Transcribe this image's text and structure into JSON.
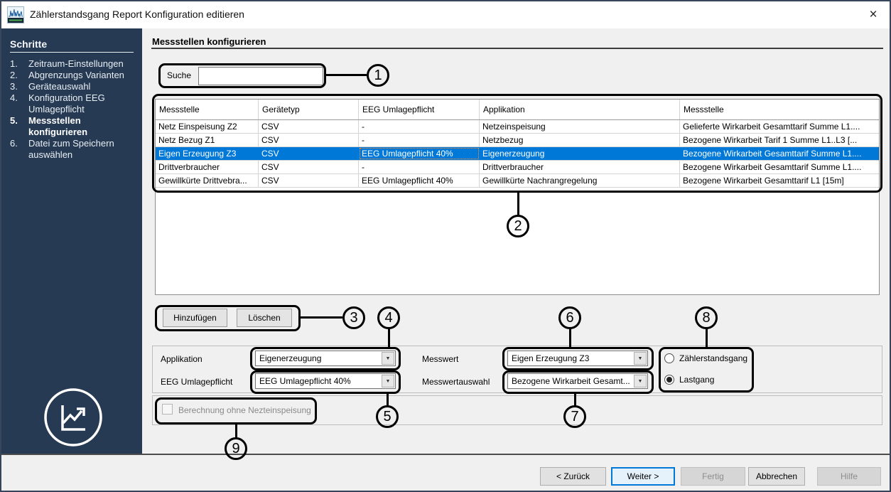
{
  "window": {
    "title": "Zählerstandsgang Report Konfiguration editieren"
  },
  "icons": {
    "close": "×",
    "dropdown_arrow": "▼"
  },
  "sidebar": {
    "heading": "Schritte",
    "steps": [
      {
        "num": "1.",
        "label": "Zeitraum-Einstellungen",
        "active": false
      },
      {
        "num": "2.",
        "label": "Abgrenzungs Varianten",
        "active": false
      },
      {
        "num": "3.",
        "label": "Geräteauswahl",
        "active": false
      },
      {
        "num": "4.",
        "label": "Konfiguration EEG Umlagepflicht",
        "active": false
      },
      {
        "num": "5.",
        "label": "Messstellen konfigurieren",
        "active": true
      },
      {
        "num": "6.",
        "label": "Datei zum Speichern auswählen",
        "active": false
      }
    ]
  },
  "main": {
    "heading": "Messstellen konfigurieren",
    "search": {
      "label": "Suche",
      "value": ""
    },
    "table": {
      "columns": [
        "Messstelle",
        "Gerätetyp",
        "EEG Umlagepflicht",
        "Applikation",
        "Messstelle"
      ],
      "rows": [
        [
          "Netz Einspeisung Z2",
          "CSV",
          "-",
          "Netzeinspeisung",
          "Gelieferte Wirkarbeit Gesamttarif Summe L1...."
        ],
        [
          "Netz Bezug Z1",
          "CSV",
          "-",
          "Netzbezug",
          "Bezogene Wirkarbeit Tarif 1 Summe L1..L3 [..."
        ],
        [
          "Eigen Erzeugung Z3",
          "CSV",
          "EEG Umlagepflicht 40%",
          "Eigenerzeugung",
          "Bezogene Wirkarbeit Gesamttarif Summe L1...."
        ],
        [
          "Drittverbraucher",
          "CSV",
          "-",
          "Drittverbraucher",
          "Bezogene Wirkarbeit Gesamttarif Summe L1...."
        ],
        [
          "Gewillkürte Drittvebra...",
          "CSV",
          "EEG Umlagepflicht 40%",
          "Gewillkürte Nachrangregelung",
          "Bezogene Wirkarbeit Gesamttarif L1 [15m]"
        ]
      ],
      "selected_row_index": 2,
      "focused_cell": {
        "row": 2,
        "col": 2
      }
    },
    "mid_buttons": {
      "add": "Hinzufügen",
      "delete": "Löschen"
    },
    "form": {
      "applikation_label": "Applikation",
      "applikation_value": "Eigenerzeugung",
      "eeg_label": "EEG Umlagepflicht",
      "eeg_value": "EEG Umlagepflicht 40%",
      "messwert_label": "Messwert",
      "messwert_value": "Eigen Erzeugung Z3",
      "messwertauswahl_label": "Messwertauswahl",
      "messwertauswahl_value": "Bezogene Wirkarbeit Gesamt...",
      "radio_options": [
        "Zählerstandsgang",
        "Lastgang"
      ],
      "radio_selected": "Lastgang",
      "checkbox_label": "Berechnung ohne Nezteinspeisung",
      "checkbox_checked": false
    },
    "footer_buttons": [
      {
        "label": "< Zurück",
        "enabled": true,
        "focused": false
      },
      {
        "label": "Weiter >",
        "enabled": true,
        "focused": true
      },
      {
        "label": "Fertig",
        "enabled": false,
        "focused": false
      },
      {
        "label": "Abbrechen",
        "enabled": true,
        "focused": false
      },
      {
        "label": "Hilfe",
        "enabled": false,
        "focused": false
      }
    ]
  },
  "annotations": {
    "labels": [
      "1",
      "2",
      "3",
      "4",
      "5",
      "6",
      "7",
      "8",
      "9"
    ]
  },
  "colors": {
    "sidebar_bg": "#263a54",
    "selection_bg": "#0078d7",
    "focus_outline": "#ff9033",
    "dialog_bg": "#f0f0f0",
    "accent_border": "#0078d7"
  }
}
